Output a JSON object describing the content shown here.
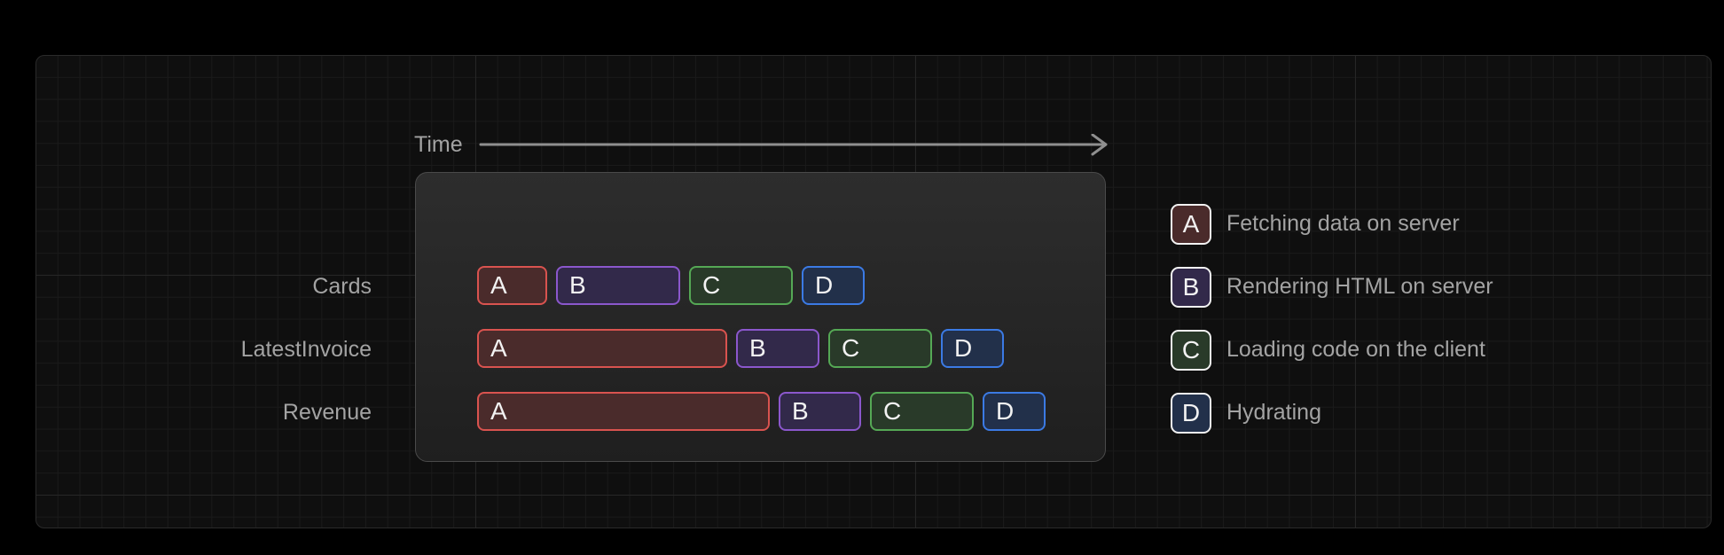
{
  "time_label": "Time",
  "rows": [
    {
      "label": "Cards",
      "segments": [
        {
          "letter": "A",
          "kind": "fetching"
        },
        {
          "letter": "B",
          "kind": "rendering"
        },
        {
          "letter": "C",
          "kind": "loading"
        },
        {
          "letter": "D",
          "kind": "hydrating"
        }
      ]
    },
    {
      "label": "LatestInvoice",
      "segments": [
        {
          "letter": "A",
          "kind": "fetching"
        },
        {
          "letter": "B",
          "kind": "rendering"
        },
        {
          "letter": "C",
          "kind": "loading"
        },
        {
          "letter": "D",
          "kind": "hydrating"
        }
      ]
    },
    {
      "label": "Revenue",
      "segments": [
        {
          "letter": "A",
          "kind": "fetching"
        },
        {
          "letter": "B",
          "kind": "rendering"
        },
        {
          "letter": "C",
          "kind": "loading"
        },
        {
          "letter": "D",
          "kind": "hydrating"
        }
      ]
    }
  ],
  "legend": [
    {
      "letter": "A",
      "text": "Fetching data on server",
      "color": "#d9534f"
    },
    {
      "letter": "B",
      "text": "Rendering HTML on server",
      "color": "#8b57cc"
    },
    {
      "letter": "C",
      "text": "Loading code on the client",
      "color": "#55a855"
    },
    {
      "letter": "D",
      "text": "Hydrating",
      "color": "#3b7ae4"
    }
  ]
}
